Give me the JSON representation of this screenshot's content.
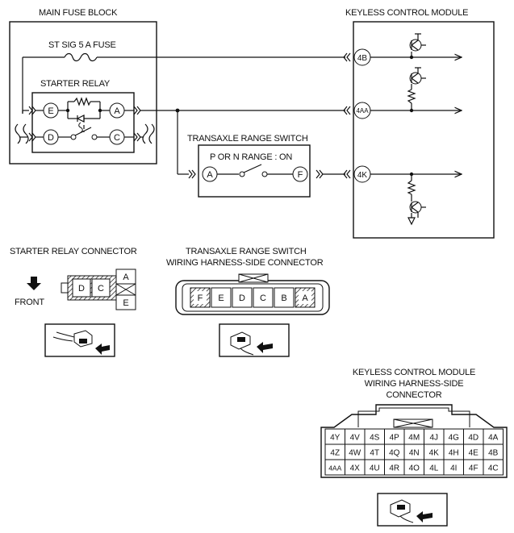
{
  "labels": {
    "main_fuse_block": "MAIN FUSE BLOCK",
    "keyless_control_module": "KEYLESS CONTROL MODULE",
    "st_sig_fuse": "ST SIG 5 A FUSE",
    "starter_relay": "STARTER RELAY",
    "transaxle_range_switch": "TRANSAXLE RANGE SWITCH",
    "p_or_n_range_on": "P OR N RANGE : ON",
    "starter_relay_connector": "STARTER RELAY CONNECTOR",
    "trs_connector_line1": "TRANSAXLE RANGE SWITCH",
    "trs_connector_line2": "WIRING HARNESS-SIDE CONNECTOR",
    "front": "FRONT",
    "kcm_connector_line1": "KEYLESS CONTROL MODULE",
    "kcm_connector_line2": "WIRING HARNESS-SIDE",
    "kcm_connector_line3": "CONNECTOR"
  },
  "relay_terminals": {
    "e": "E",
    "a": "A",
    "d": "D",
    "c": "C"
  },
  "trs_terminals": {
    "a": "A",
    "f": "F"
  },
  "kcm_terminals": {
    "t1": "4B",
    "t2": "4AA",
    "t3": "4K"
  },
  "starter_relay_connector": {
    "pins_left": [
      "D",
      "C"
    ],
    "pins_right": [
      "A",
      "E"
    ]
  },
  "trs_connector": {
    "pins": [
      "F",
      "E",
      "D",
      "C",
      "B",
      "A"
    ]
  },
  "kcm_connector": {
    "rows": [
      [
        "4Y",
        "4V",
        "4S",
        "4P",
        "4M",
        "4J",
        "4G",
        "4D",
        "4A"
      ],
      [
        "4Z",
        "4W",
        "4T",
        "4Q",
        "4N",
        "4K",
        "4H",
        "4E",
        "4B"
      ],
      [
        "4AA",
        "4X",
        "4U",
        "4R",
        "4O",
        "4L",
        "4I",
        "4F",
        "4C"
      ]
    ]
  }
}
